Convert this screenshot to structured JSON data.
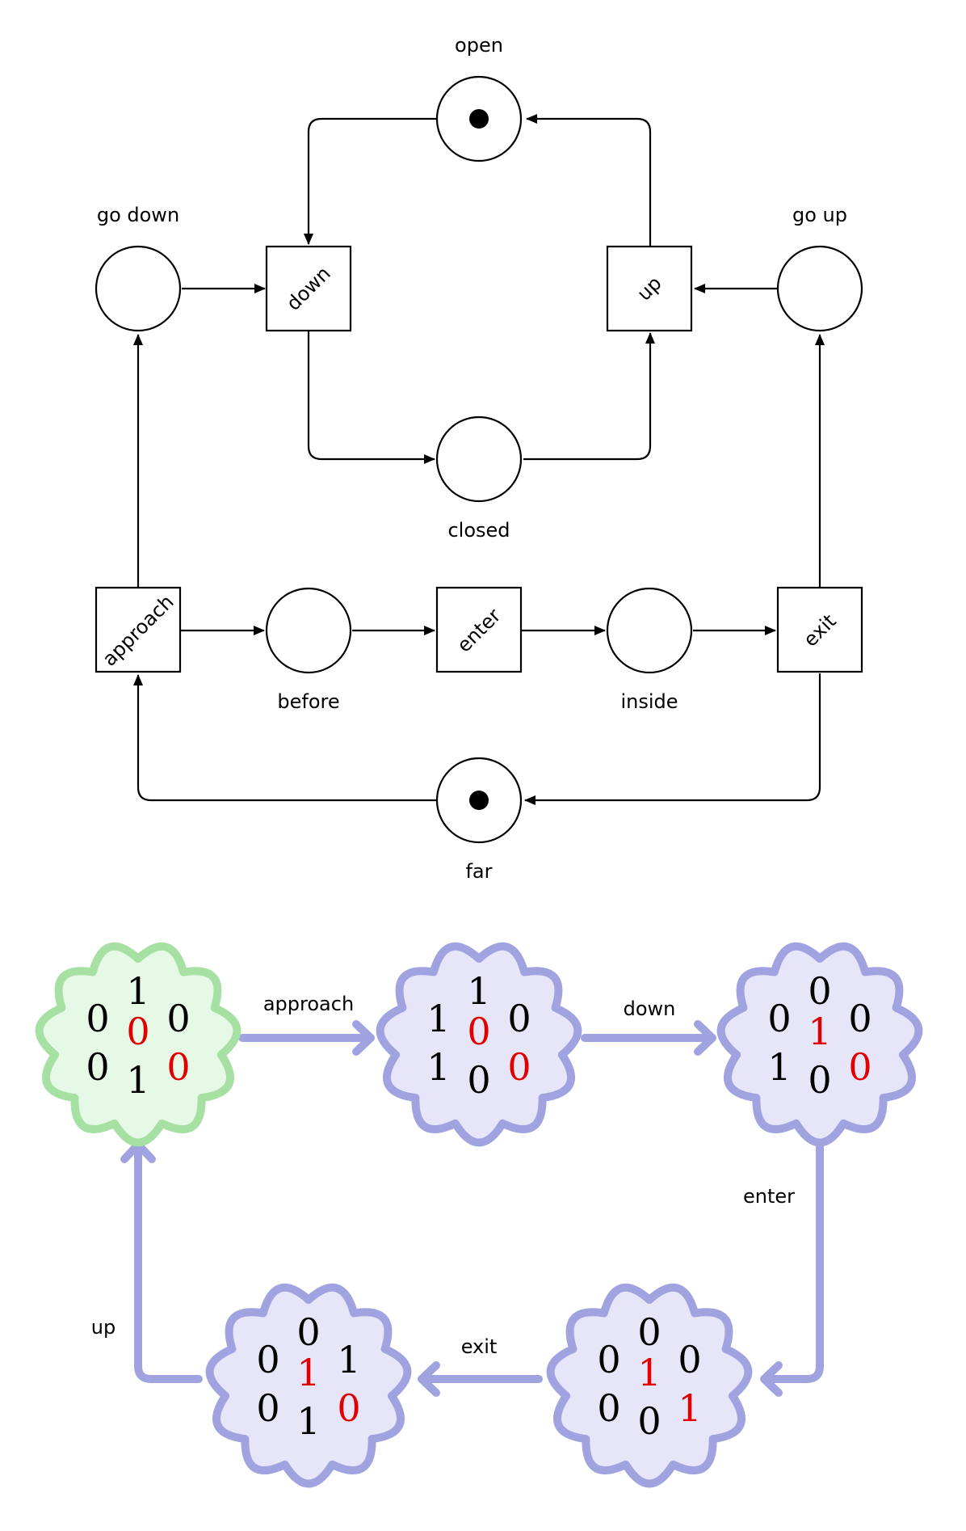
{
  "petri_net": {
    "places": {
      "open": "open",
      "go_down": "go down",
      "go_up": "go up",
      "closed": "closed",
      "before": "before",
      "inside": "inside",
      "far": "far"
    },
    "transitions": {
      "down": "down",
      "up": "up",
      "approach": "approach",
      "enter": "enter",
      "exit": "exit"
    },
    "initial_tokens": [
      "open",
      "far"
    ]
  },
  "state_graph": {
    "states": [
      {
        "id": "s1",
        "top": "1",
        "left_top": "0",
        "center": "0",
        "right_top": "0",
        "left_bottom": "0",
        "right_bottom": "0",
        "bottom": "1",
        "fill": "#e6f8e6",
        "stroke": "#a6e0a2"
      },
      {
        "id": "s2",
        "top": "1",
        "left_top": "1",
        "center": "0",
        "right_top": "0",
        "left_bottom": "1",
        "right_bottom": "0",
        "bottom": "0",
        "fill": "#e6e6f8",
        "stroke": "#a0a3df"
      },
      {
        "id": "s3",
        "top": "0",
        "left_top": "0",
        "center": "1",
        "right_top": "0",
        "left_bottom": "1",
        "right_bottom": "0",
        "bottom": "0",
        "fill": "#e6e6f8",
        "stroke": "#a0a3df"
      },
      {
        "id": "s4",
        "top": "0",
        "left_top": "0",
        "center": "1",
        "right_top": "0",
        "left_bottom": "0",
        "right_bottom": "1",
        "bottom": "0",
        "fill": "#e6e6f8",
        "stroke": "#a0a3df"
      },
      {
        "id": "s5",
        "top": "0",
        "left_top": "0",
        "center": "1",
        "right_top": "1",
        "left_bottom": "0",
        "right_bottom": "0",
        "bottom": "1",
        "fill": "#e6e6f8",
        "stroke": "#a0a3df"
      }
    ],
    "edges": {
      "approach": "approach",
      "down": "down",
      "enter": "enter",
      "exit": "exit",
      "up": "up"
    },
    "highlight_color": "#e00000"
  }
}
